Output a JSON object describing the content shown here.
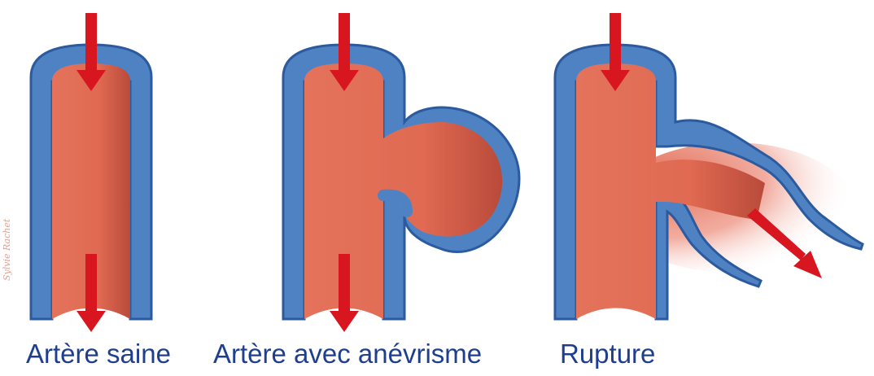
{
  "panels": [
    {
      "caption": "Artère saine"
    },
    {
      "caption": "Artère avec anévrisme"
    },
    {
      "caption": "Rupture"
    }
  ],
  "signature": "Sylvie Rachet",
  "colors": {
    "wall": "#4f82c2",
    "wall_dark": "#2b5a9e",
    "lumen": "#e2705a",
    "lumen_light": "#f08a72",
    "arrow": "#d8161f",
    "caption": "#1f3f8e"
  }
}
